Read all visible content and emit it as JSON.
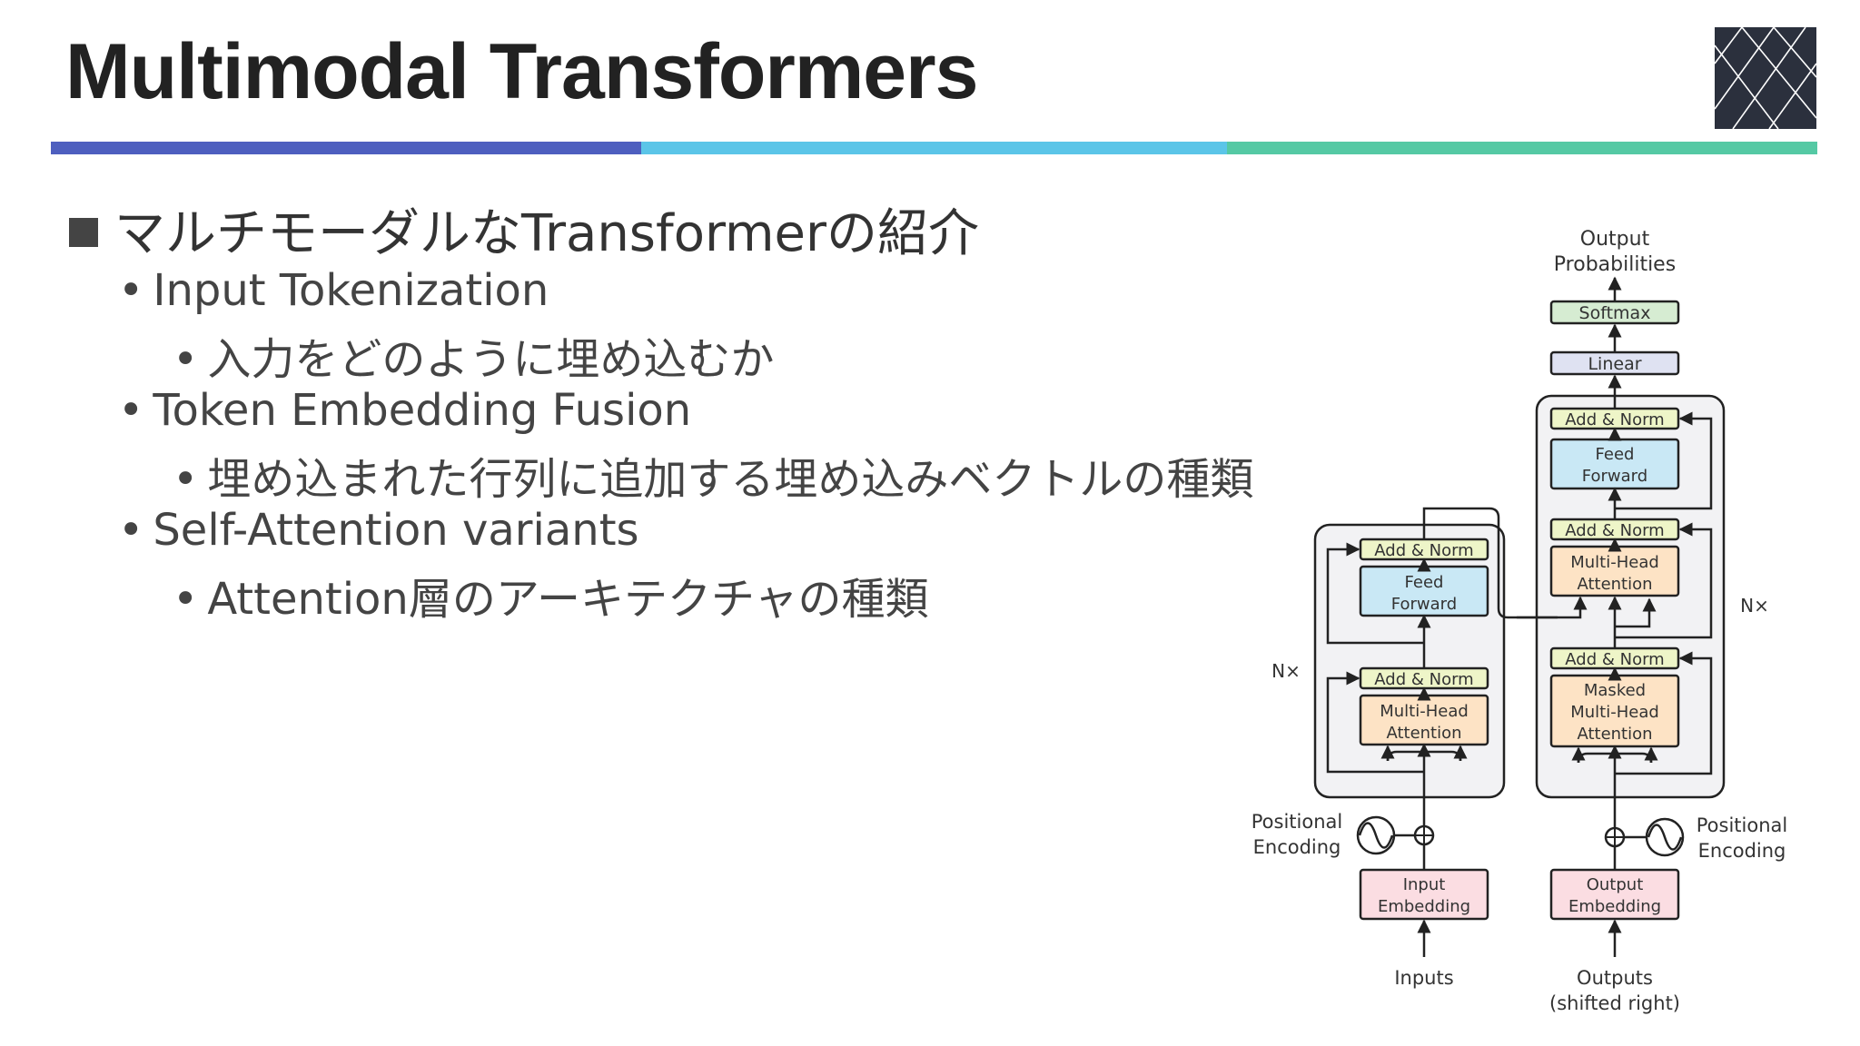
{
  "slide": {
    "title": "Multimodal Transformers",
    "accent_colors": [
      "#4e5fbf",
      "#5bc5e8",
      "#55c9a4"
    ],
    "logo_icon": "geometric-lines-logo"
  },
  "bullets": {
    "heading": "マルチモーダルなTransformerの紹介",
    "items": [
      {
        "label": "Input Tokenization",
        "sub": "入力をどのように埋め込むか"
      },
      {
        "label": "Token Embedding Fusion",
        "sub": "埋め込まれた行列に追加する埋め込みベクトルの種類"
      },
      {
        "label": "Self-Attention variants",
        "sub": "Attention層のアーキテクチャの種類"
      }
    ]
  },
  "diagram": {
    "output_probabilities": [
      "Output",
      "Probabilities"
    ],
    "softmax": "Softmax",
    "linear": "Linear",
    "add_norm": "Add & Norm",
    "feed_forward": [
      "Feed",
      "Forward"
    ],
    "multi_head_attention": [
      "Multi-Head",
      "Attention"
    ],
    "masked_multi_head_attention": [
      "Masked",
      "Multi-Head",
      "Attention"
    ],
    "nx": "N×",
    "positional_encoding": [
      "Positional",
      "Encoding"
    ],
    "input_embedding": [
      "Input",
      "Embedding"
    ],
    "output_embedding": [
      "Output",
      "Embedding"
    ],
    "inputs": "Inputs",
    "outputs": [
      "Outputs",
      "(shifted right)"
    ],
    "colors": {
      "add_norm": "#eef5c8",
      "feed_forward": "#c9e8f5",
      "attention": "#fde3c5",
      "embedding": "#fbdde2",
      "softmax": "#d6ecd2",
      "linear": "#dfe2f2",
      "stack_bg": "#f2f2f4"
    }
  }
}
